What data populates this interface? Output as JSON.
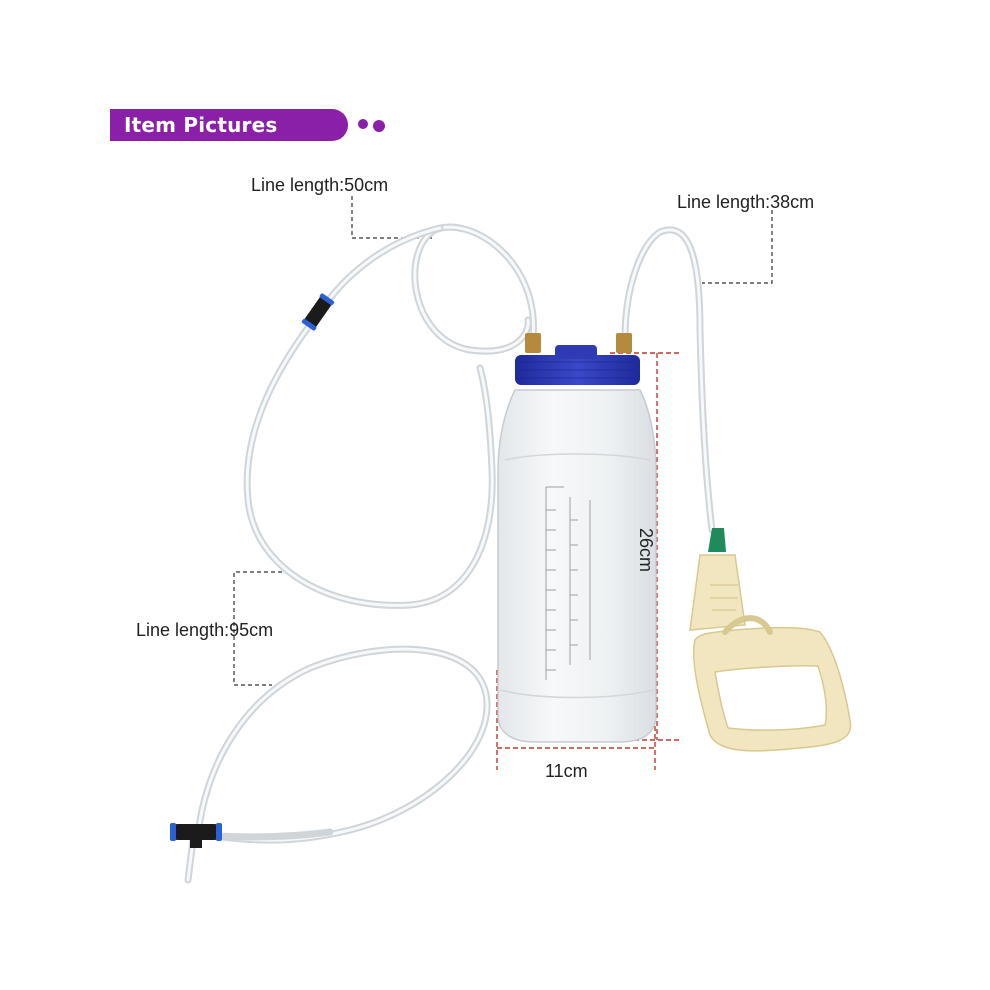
{
  "banner": {
    "title": "Item Pictures"
  },
  "labels": {
    "tube_short": "Line length:50cm",
    "tube_pump": "Line length:38cm",
    "tube_long": "Line length:95cm"
  },
  "dimensions": {
    "bottle_width": "11cm",
    "bottle_height": "26cm"
  },
  "colors": {
    "banner": "#8a1fa8",
    "cap": "#2f3bb5",
    "handle": "#f1e6bf",
    "dimension_line": "#c0392b",
    "tube": "#dfe4e7"
  }
}
